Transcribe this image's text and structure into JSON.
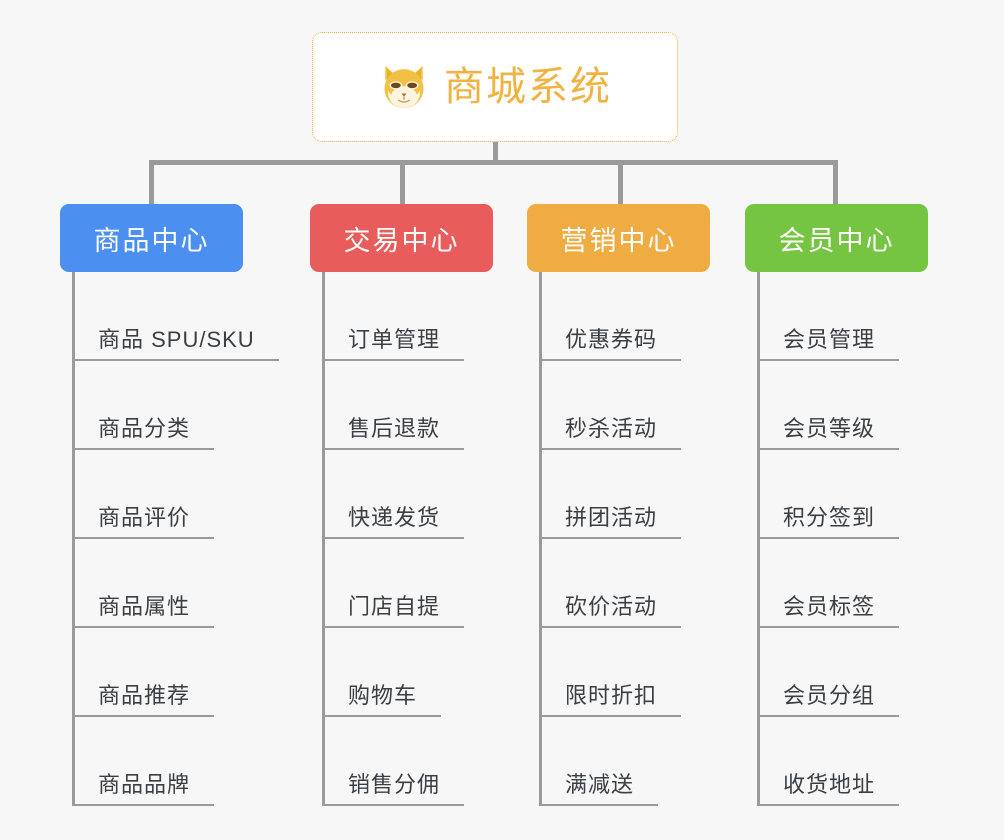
{
  "diagram": {
    "type": "mind-map",
    "title": "商城系统",
    "background_color": "#f7f7f7",
    "connector_color": "#9a9a9a",
    "root": {
      "label": "商城系统",
      "icon": "shiba-dog-face-icon",
      "text_color": "#f0b240",
      "border_color": "#e8aa3c",
      "background_color": "#ffffff"
    },
    "categories": [
      {
        "label": "商品中心",
        "color": "#4b8ff0",
        "items": [
          "商品 SPU/SKU",
          "商品分类",
          "商品评价",
          "商品属性",
          "商品推荐",
          "商品品牌"
        ]
      },
      {
        "label": "交易中心",
        "color": "#e85c5c",
        "items": [
          "订单管理",
          "售后退款",
          "快递发货",
          "门店自提",
          "购物车",
          "销售分佣"
        ]
      },
      {
        "label": "营销中心",
        "color": "#eeac43",
        "items": [
          "优惠券码",
          "秒杀活动",
          "拼团活动",
          "砍价活动",
          "限时折扣",
          "满减送"
        ]
      },
      {
        "label": "会员中心",
        "color": "#75c543",
        "items": [
          "会员管理",
          "会员等级",
          "积分签到",
          "会员标签",
          "会员分组",
          "收货地址"
        ]
      }
    ]
  }
}
